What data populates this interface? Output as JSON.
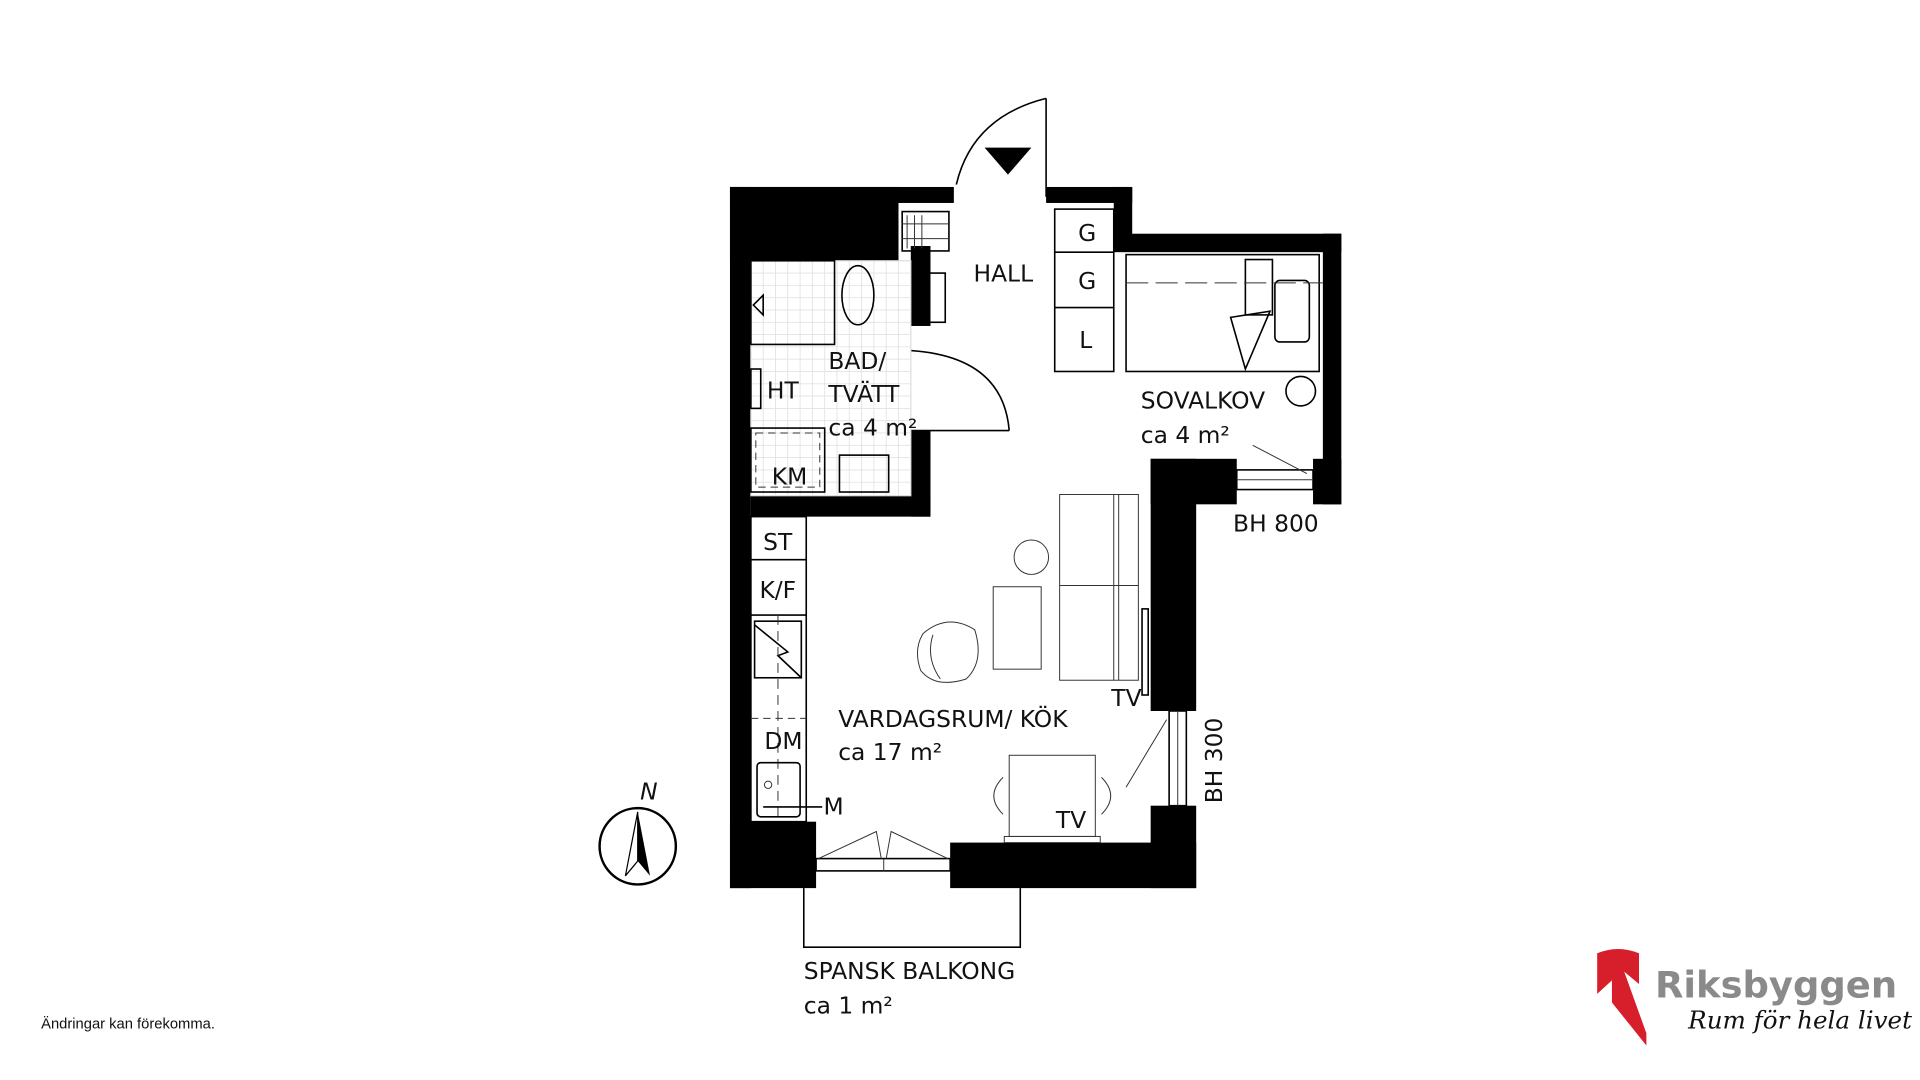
{
  "rooms": {
    "hall": "HALL",
    "bath_1": "BAD/",
    "bath_2": "TVÄTT",
    "bath_area": "ca 4 m²",
    "bedroom": "SOVALKOV",
    "bedroom_area": "ca 4 m²",
    "living": "VARDAGSRUM/ KÖK",
    "living_area": "ca 17 m²",
    "balcony": "SPANSK BALKONG",
    "balcony_area": "ca 1 m²"
  },
  "fixtures": {
    "closet_1": "G",
    "closet_2": "G",
    "closet_3": "L",
    "ht": "HT",
    "km": "KM",
    "st": "ST",
    "kf": "K/F",
    "dm": "DM",
    "m": "M",
    "tv_1": "TV",
    "tv_2": "TV",
    "window_1": "BH 800",
    "window_2": "BH 300"
  },
  "compass": "N",
  "disclaimer": "Ändringar kan förekomma.",
  "logo": {
    "name": "Riksbyggen",
    "tagline": "Rum för hela livet",
    "red": "#d71f2b",
    "gray": "#8a8a8a"
  }
}
